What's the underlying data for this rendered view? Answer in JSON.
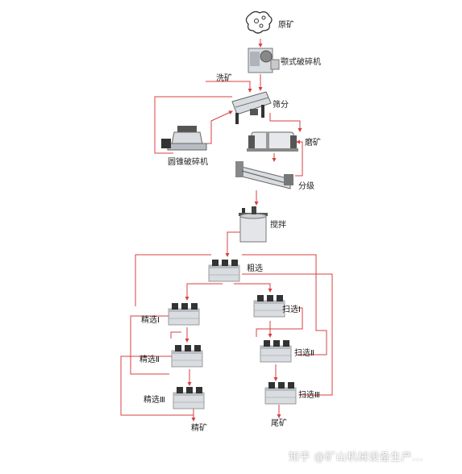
{
  "nodes": {
    "raw_ore": "原矿",
    "jaw_crusher": "颚式破碎机",
    "ore_washing": "洗矿",
    "screening": "筛分",
    "cone_crusher": "圆锥破碎机",
    "grinding": "磨矿",
    "classification": "分级",
    "agitation": "搅拌",
    "rougher": "粗选",
    "cleaner_1": "精选Ⅰ",
    "cleaner_2": "精选Ⅱ",
    "cleaner_3": "精选Ⅲ",
    "scavenger_1": "扫选Ⅰ",
    "scavenger_2": "扫选Ⅱ",
    "scavenger_3": "扫选Ⅲ",
    "concentrate": "精矿",
    "tailings": "尾矿"
  },
  "watermark": "知乎 @矿山机械设备生产...",
  "colors": {
    "flow_line": "#d94040",
    "flow_gray": "#888888",
    "machine_body": "#d9dce0",
    "machine_dark": "#333333"
  },
  "icons": [
    "ore-rock-icon",
    "jaw-crusher-icon",
    "vibrating-screen-icon",
    "cone-crusher-icon",
    "ball-mill-icon",
    "spiral-classifier-icon",
    "agitation-tank-icon",
    "flotation-cell-icon"
  ]
}
